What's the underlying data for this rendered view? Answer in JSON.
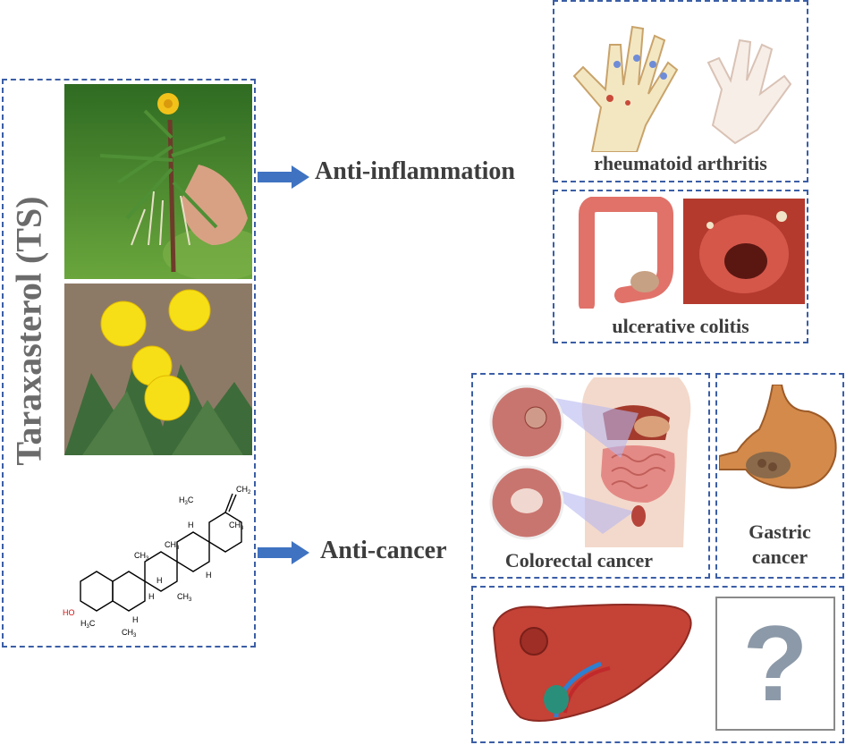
{
  "compound": {
    "name": "Taraxasterol (TS)"
  },
  "structure": {
    "labels": {
      "ch2": "CH",
      "ch2_sub": "2",
      "h3c_top": "H",
      "h3c_top_sub": "3",
      "h3c_top_c": "C",
      "ch3_right": "CH",
      "ch3_right_sub": "3",
      "ch3_mid": "CH",
      "ch3_mid_sub": "3",
      "ch3_b": "CH",
      "ch3_b_sub": "3",
      "ch3_c": "CH",
      "ch3_c_sub": "3",
      "h3c_low": "H",
      "h3c_low_sub": "3",
      "h3c_low_c": "C",
      "ch3_low": "CH",
      "ch3_low_sub": "3",
      "ho": "HO",
      "h1": "H",
      "h2": "H",
      "h3": "H",
      "h4": "H",
      "h5": "H"
    }
  },
  "effects": {
    "inflammation": {
      "label": "Anti-inflammation"
    },
    "cancer": {
      "label": "Anti-cancer"
    }
  },
  "diseases": {
    "ra": {
      "label": "rheumatoid arthritis"
    },
    "uc": {
      "label": "ulcerative colitis"
    },
    "crc": {
      "label": "Colorectal cancer"
    },
    "gastric": {
      "line1": "Gastric",
      "line2": "cancer"
    },
    "unknown": {
      "symbol": "?"
    }
  },
  "colors": {
    "dash": "#3b5ea6",
    "arrow": "#3f73c2",
    "text": "#3d3d3d"
  }
}
